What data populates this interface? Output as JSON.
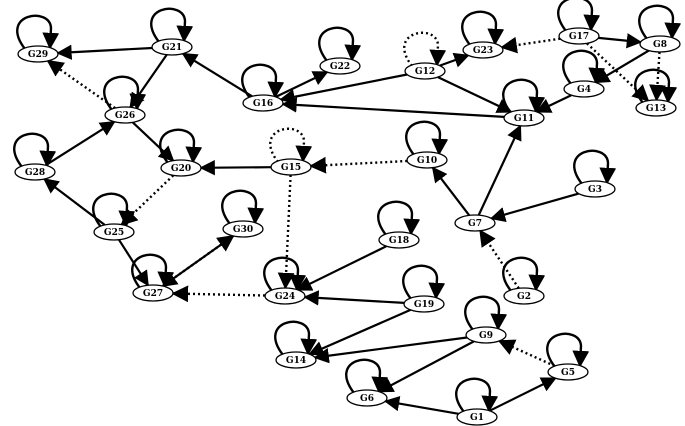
{
  "nodes": [
    {
      "id": "G1",
      "label": "G1"
    },
    {
      "id": "G2",
      "label": "G2"
    },
    {
      "id": "G3",
      "label": "G3"
    },
    {
      "id": "G4",
      "label": "G4"
    },
    {
      "id": "G5",
      "label": "G5"
    },
    {
      "id": "G6",
      "label": "G6"
    },
    {
      "id": "G7",
      "label": "G7"
    },
    {
      "id": "G8",
      "label": "G8"
    },
    {
      "id": "G9",
      "label": "G9"
    },
    {
      "id": "G10",
      "label": "G10"
    },
    {
      "id": "G11",
      "label": "G11"
    },
    {
      "id": "G12",
      "label": "G12"
    },
    {
      "id": "G13",
      "label": "G13"
    },
    {
      "id": "G14",
      "label": "G14"
    },
    {
      "id": "G15",
      "label": "G15"
    },
    {
      "id": "G16",
      "label": "G16"
    },
    {
      "id": "G17",
      "label": "G17"
    },
    {
      "id": "G18",
      "label": "G18"
    },
    {
      "id": "G19",
      "label": "G19"
    },
    {
      "id": "G20",
      "label": "G20"
    },
    {
      "id": "G21",
      "label": "G21"
    },
    {
      "id": "G22",
      "label": "G22"
    },
    {
      "id": "G23",
      "label": "G23"
    },
    {
      "id": "G24",
      "label": "G24"
    },
    {
      "id": "G25",
      "label": "G25"
    },
    {
      "id": "G26",
      "label": "G26"
    },
    {
      "id": "G27",
      "label": "G27"
    },
    {
      "id": "G28",
      "label": "G28"
    },
    {
      "id": "G29",
      "label": "G29"
    },
    {
      "id": "G30",
      "label": "G30"
    }
  ],
  "self_loops": [
    {
      "node": "G1",
      "style": "solid"
    },
    {
      "node": "G2",
      "style": "solid"
    },
    {
      "node": "G3",
      "style": "solid"
    },
    {
      "node": "G4",
      "style": "solid"
    },
    {
      "node": "G5",
      "style": "solid"
    },
    {
      "node": "G6",
      "style": "solid"
    },
    {
      "node": "G8",
      "style": "solid"
    },
    {
      "node": "G9",
      "style": "solid"
    },
    {
      "node": "G10",
      "style": "solid"
    },
    {
      "node": "G11",
      "style": "solid"
    },
    {
      "node": "G12",
      "style": "dotted"
    },
    {
      "node": "G13",
      "style": "solid"
    },
    {
      "node": "G14",
      "style": "solid"
    },
    {
      "node": "G15",
      "style": "dotted"
    },
    {
      "node": "G16",
      "style": "solid"
    },
    {
      "node": "G17",
      "style": "solid"
    },
    {
      "node": "G18",
      "style": "solid"
    },
    {
      "node": "G19",
      "style": "solid"
    },
    {
      "node": "G20",
      "style": "solid"
    },
    {
      "node": "G21",
      "style": "solid"
    },
    {
      "node": "G22",
      "style": "solid"
    },
    {
      "node": "G23",
      "style": "solid"
    },
    {
      "node": "G24",
      "style": "solid"
    },
    {
      "node": "G25",
      "style": "solid"
    },
    {
      "node": "G26",
      "style": "solid"
    },
    {
      "node": "G27",
      "style": "solid"
    },
    {
      "node": "G28",
      "style": "solid"
    },
    {
      "node": "G29",
      "style": "solid"
    },
    {
      "node": "G30",
      "style": "solid"
    }
  ],
  "edges": [
    {
      "from": "G21",
      "to": "G29",
      "style": "solid"
    },
    {
      "from": "G26",
      "to": "G29",
      "style": "dotted"
    },
    {
      "from": "G21",
      "to": "G26",
      "style": "solid"
    },
    {
      "from": "G16",
      "to": "G21",
      "style": "solid"
    },
    {
      "from": "G16",
      "to": "G22",
      "style": "solid"
    },
    {
      "from": "G12",
      "to": "G16",
      "style": "solid"
    },
    {
      "from": "G11",
      "to": "G16",
      "style": "solid"
    },
    {
      "from": "G12",
      "to": "G23",
      "style": "solid"
    },
    {
      "from": "G17",
      "to": "G23",
      "style": "dotted"
    },
    {
      "from": "G12",
      "to": "G11",
      "style": "solid"
    },
    {
      "from": "G17",
      "to": "G8",
      "style": "solid"
    },
    {
      "from": "G8",
      "to": "G4",
      "style": "solid"
    },
    {
      "from": "G8",
      "to": "G13",
      "style": "dotted"
    },
    {
      "from": "G17",
      "to": "G13",
      "style": "dotted"
    },
    {
      "from": "G4",
      "to": "G11",
      "style": "solid"
    },
    {
      "from": "G26",
      "to": "G20",
      "style": "solid"
    },
    {
      "from": "G28",
      "to": "G26",
      "style": "solid"
    },
    {
      "from": "G15",
      "to": "G20",
      "style": "solid"
    },
    {
      "from": "G10",
      "to": "G15",
      "style": "dotted"
    },
    {
      "from": "G20",
      "to": "G25",
      "style": "dotted"
    },
    {
      "from": "G25",
      "to": "G28",
      "style": "solid"
    },
    {
      "from": "G25",
      "to": "G27",
      "style": "solid"
    },
    {
      "from": "G27",
      "to": "G30",
      "style": "dotted"
    },
    {
      "from": "G30",
      "to": "G27",
      "style": "solid"
    },
    {
      "from": "G15",
      "to": "G24",
      "style": "dotted"
    },
    {
      "from": "G24",
      "to": "G27",
      "style": "dotted"
    },
    {
      "from": "G18",
      "to": "G24",
      "style": "solid"
    },
    {
      "from": "G19",
      "to": "G24",
      "style": "solid"
    },
    {
      "from": "G7",
      "to": "G10",
      "style": "solid"
    },
    {
      "from": "G7",
      "to": "G11",
      "style": "solid"
    },
    {
      "from": "G3",
      "to": "G7",
      "style": "solid"
    },
    {
      "from": "G2",
      "to": "G7",
      "style": "dotted"
    },
    {
      "from": "G19",
      "to": "G14",
      "style": "solid"
    },
    {
      "from": "G9",
      "to": "G14",
      "style": "solid"
    },
    {
      "from": "G9",
      "to": "G6",
      "style": "solid"
    },
    {
      "from": "G5",
      "to": "G9",
      "style": "dotted"
    },
    {
      "from": "G1",
      "to": "G6",
      "style": "solid"
    },
    {
      "from": "G1",
      "to": "G5",
      "style": "solid"
    }
  ]
}
